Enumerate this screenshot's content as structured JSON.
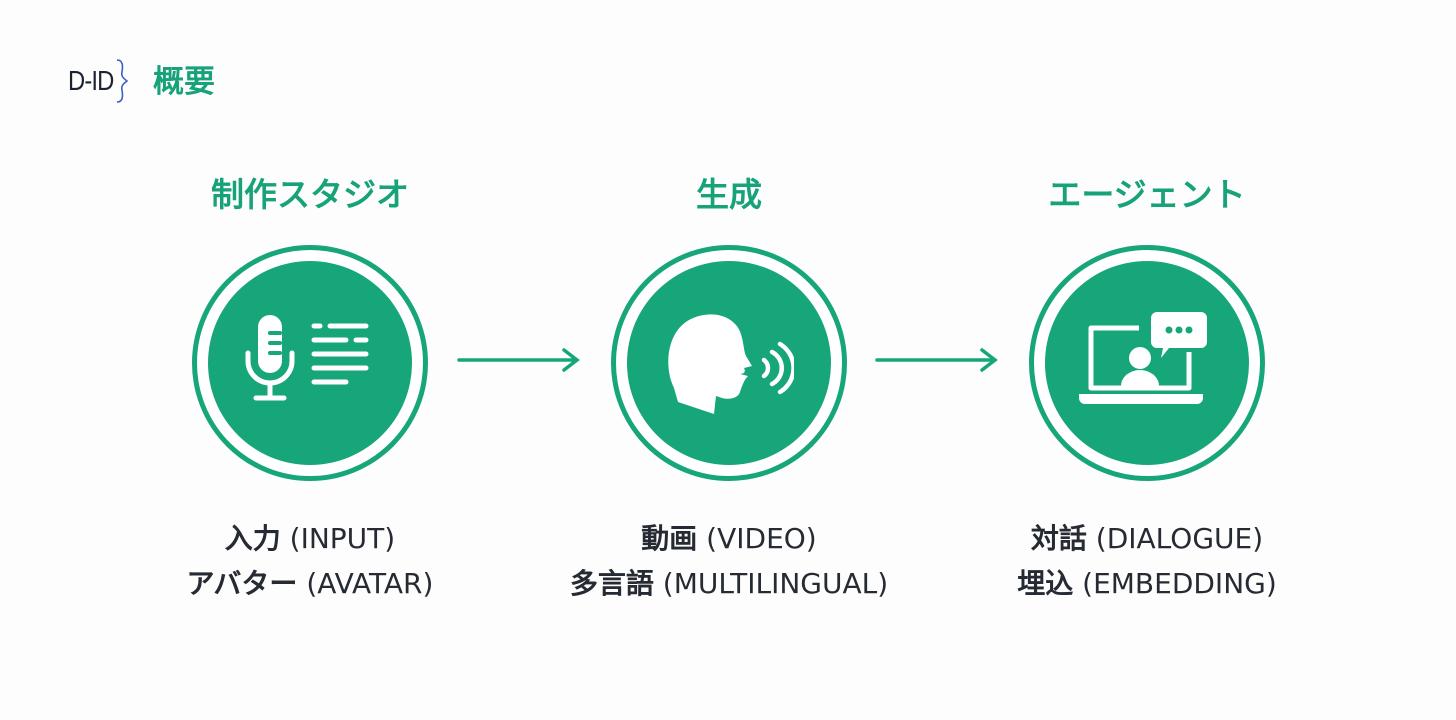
{
  "header": {
    "logo_text": "D-ID",
    "title": "概要"
  },
  "colors": {
    "accent": "#17a67a",
    "text": "#262b33",
    "logo_brace": "#3a5fcd"
  },
  "steps": [
    {
      "title": "制作スタジオ",
      "icon": "microphone-and-text-icon",
      "lines": [
        {
          "jp": "入力",
          "en": "(INPUT)"
        },
        {
          "jp": "アバター",
          "en": "(AVATAR)"
        }
      ]
    },
    {
      "title": "生成",
      "icon": "speaking-head-icon",
      "lines": [
        {
          "jp": "動画",
          "en": "(VIDEO)"
        },
        {
          "jp": "多言語",
          "en": "(MULTILINGUAL)"
        }
      ]
    },
    {
      "title": "エージェント",
      "icon": "laptop-chat-agent-icon",
      "lines": [
        {
          "jp": "対話",
          "en": "(DIALOGUE)"
        },
        {
          "jp": "埋込",
          "en": "(EMBEDDING)"
        }
      ]
    }
  ],
  "connectors": [
    "arrow-right",
    "arrow-right"
  ]
}
